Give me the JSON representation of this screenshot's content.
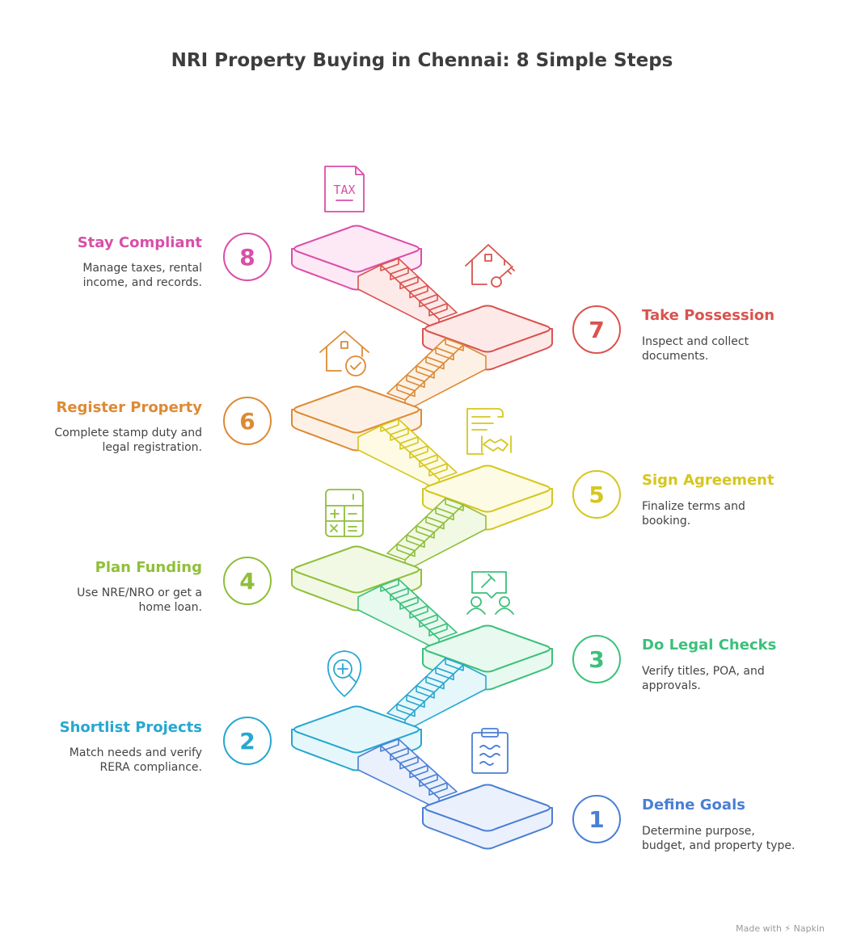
{
  "title": "NRI Property Buying in Chennai: 8 Simple Steps",
  "steps": [
    {
      "number": "1",
      "title": "Define Goals",
      "desc_lines": [
        "Determine purpose,",
        "budget, and property type."
      ],
      "color": "#4a7fd4",
      "fill": "#eaf1fd",
      "icon": "clipboard-icon"
    },
    {
      "number": "2",
      "title": "Shortlist Projects",
      "desc_lines": [
        "Match needs and verify",
        "RERA compliance."
      ],
      "color": "#27a7cf",
      "fill": "#e6f7fc",
      "icon": "location-search-icon"
    },
    {
      "number": "3",
      "title": "Do Legal Checks",
      "desc_lines": [
        "Verify titles, POA, and",
        "approvals."
      ],
      "color": "#3cc07b",
      "fill": "#e8f9ef",
      "icon": "legal-consult-icon"
    },
    {
      "number": "4",
      "title": "Plan Funding",
      "desc_lines": [
        "Use NRE/NRO or get a",
        "home loan."
      ],
      "color": "#8fbf3a",
      "fill": "#f1f9e4",
      "icon": "calculator-icon"
    },
    {
      "number": "5",
      "title": "Sign Agreement",
      "desc_lines": [
        "Finalize terms and",
        "booking."
      ],
      "color": "#d6c61e",
      "fill": "#fdfbe3",
      "icon": "contract-handshake-icon"
    },
    {
      "number": "6",
      "title": "Register Property",
      "desc_lines": [
        "Complete stamp duty and",
        "legal registration."
      ],
      "color": "#dd8a35",
      "fill": "#fdf1e5",
      "icon": "house-check-icon"
    },
    {
      "number": "7",
      "title": "Take Possession",
      "desc_lines": [
        "Inspect and collect",
        "documents."
      ],
      "color": "#d9534f",
      "fill": "#fde9e8",
      "icon": "house-key-icon"
    },
    {
      "number": "8",
      "title": "Stay Compliant",
      "desc_lines": [
        "Manage taxes, rental",
        "income, and records."
      ],
      "color": "#d94fa8",
      "fill": "#fde8f5",
      "icon": "tax-document-icon"
    }
  ],
  "tax_icon_label": "TAX",
  "footer": "Made with ⚡ Napkin"
}
